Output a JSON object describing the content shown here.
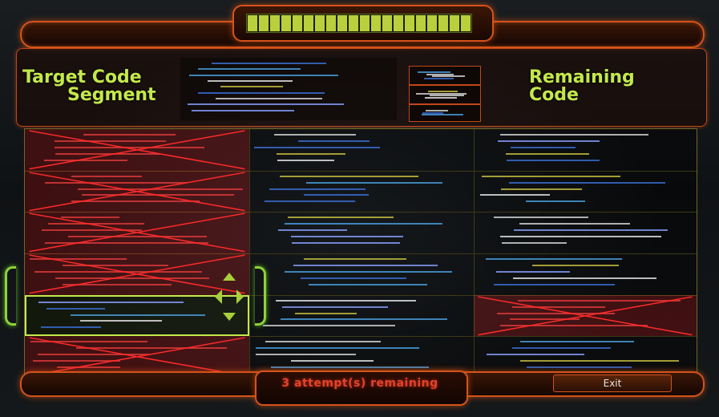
{
  "titles": {
    "target_line1": "Target Code",
    "target_line2": "Segment",
    "remaining_line1": "Remaining",
    "remaining_line2": "Code"
  },
  "status": {
    "attempts_text": "3 attempt(s) remaining"
  },
  "buttons": {
    "exit_label": "Exit"
  },
  "progress": {
    "segments": 20,
    "filled": 20
  },
  "colors": {
    "accent_orange": "#d5531b",
    "title_green": "#c3e84a",
    "selector_green": "#8fd13c",
    "alert_red": "#e2422b"
  },
  "icons": {
    "navigation": "directional-arrows-icon",
    "invalid": "red-x-icon"
  },
  "grid": {
    "columns": [
      {
        "cells": [
          "invalid",
          "invalid",
          "invalid",
          "invalid",
          "selected",
          "invalid"
        ]
      },
      {
        "cells": [
          "code",
          "code",
          "code",
          "code",
          "code",
          "code"
        ]
      },
      {
        "cells": [
          "code",
          "code",
          "code",
          "code",
          "invalid",
          "code"
        ]
      }
    ]
  }
}
